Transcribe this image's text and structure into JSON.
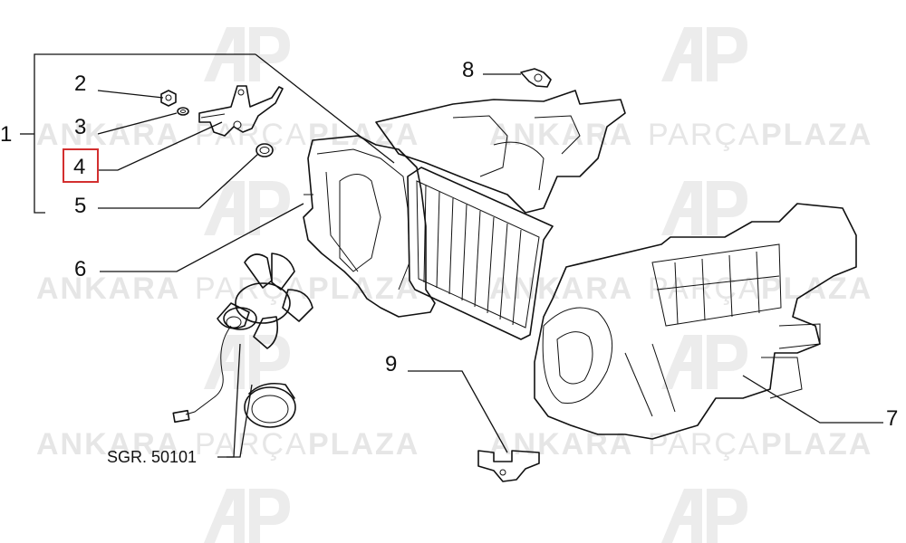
{
  "watermark": {
    "word1": "ANKARA",
    "word2": "PARÇA",
    "word3": "PLAZA",
    "logo_text": "AP"
  },
  "callouts": {
    "c1": "1",
    "c2": "2",
    "c3": "3",
    "c4": "4",
    "c5": "5",
    "c6": "6",
    "c7": "7",
    "c8": "8",
    "c9": "9",
    "group_ref": "SGR. 50101"
  },
  "colors": {
    "highlight_box": "#d32f2f",
    "line": "#111111",
    "watermark": "#e6e6e6"
  }
}
